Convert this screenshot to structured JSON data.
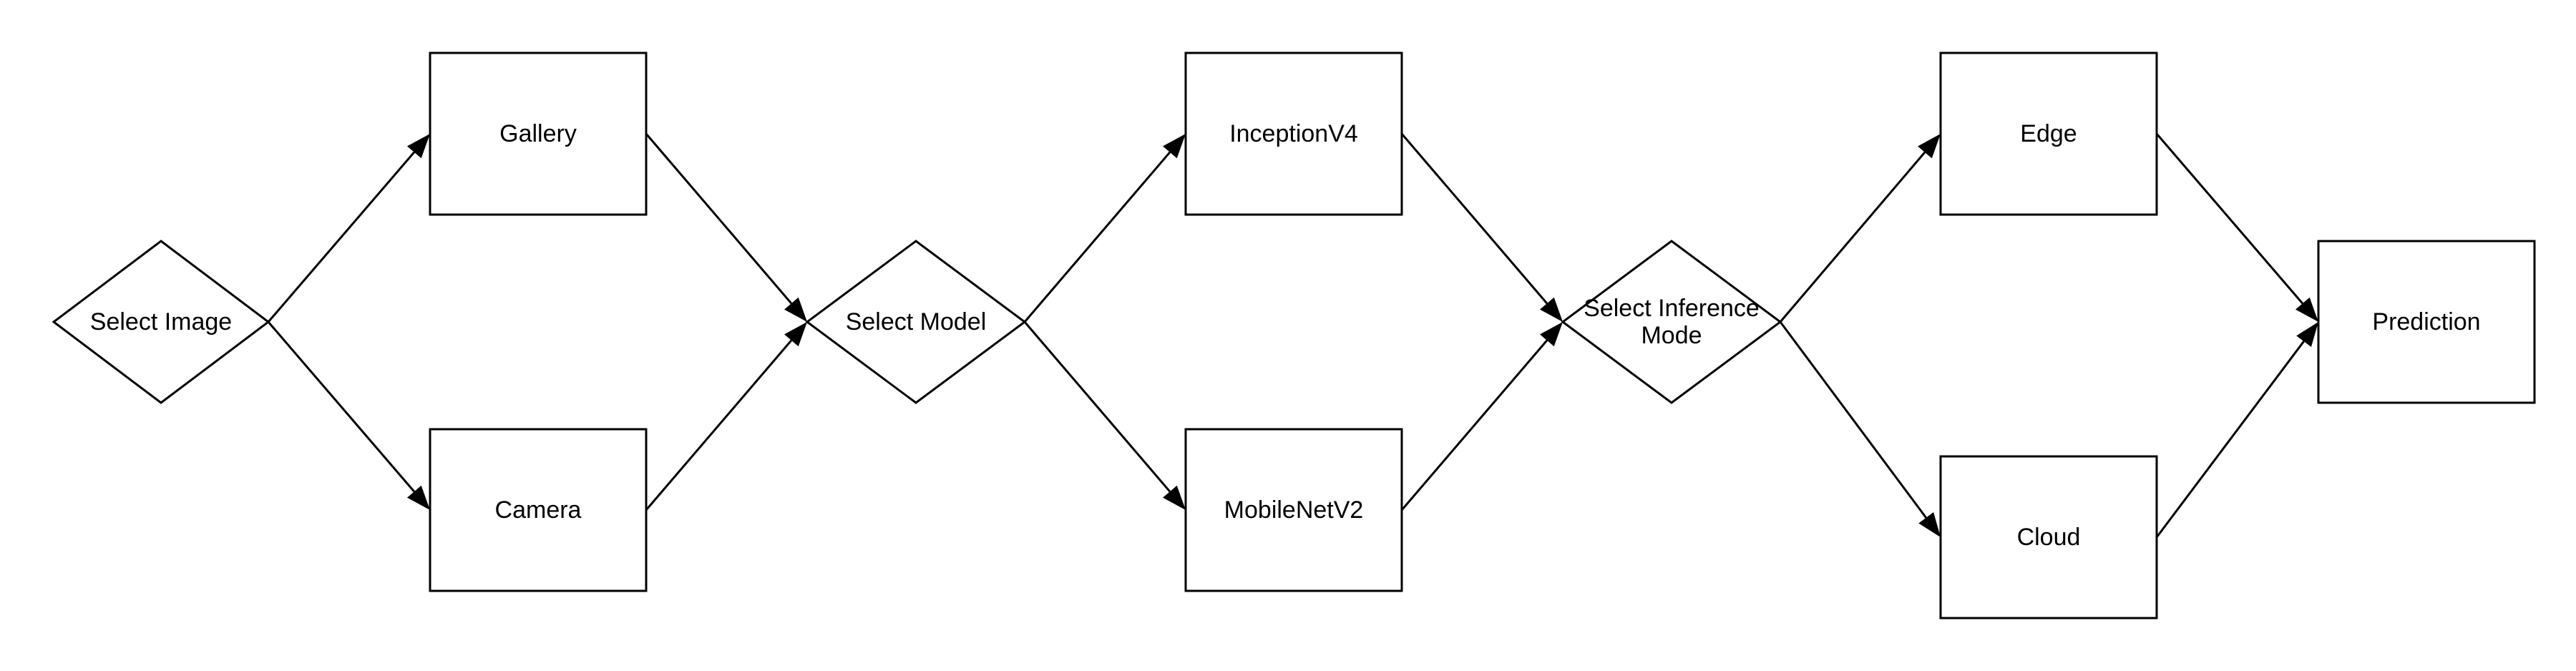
{
  "diagram": {
    "nodes": [
      {
        "id": "select-image",
        "shape": "diamond",
        "lines": [
          "Select Image"
        ]
      },
      {
        "id": "gallery",
        "shape": "rect",
        "lines": [
          "Gallery"
        ]
      },
      {
        "id": "camera",
        "shape": "rect",
        "lines": [
          "Camera"
        ]
      },
      {
        "id": "select-model",
        "shape": "diamond",
        "lines": [
          "Select Model"
        ]
      },
      {
        "id": "inceptionv4",
        "shape": "rect",
        "lines": [
          "InceptionV4"
        ]
      },
      {
        "id": "mobilenetv2",
        "shape": "rect",
        "lines": [
          "MobileNetV2"
        ]
      },
      {
        "id": "select-inference-mode",
        "shape": "diamond",
        "lines": [
          "Select Inference",
          "Mode"
        ]
      },
      {
        "id": "edge",
        "shape": "rect",
        "lines": [
          "Edge"
        ]
      },
      {
        "id": "cloud",
        "shape": "rect",
        "lines": [
          "Cloud"
        ]
      },
      {
        "id": "prediction",
        "shape": "rect",
        "lines": [
          "Prediction"
        ]
      }
    ],
    "edges": [
      {
        "from": "select-image",
        "to": "gallery"
      },
      {
        "from": "select-image",
        "to": "camera"
      },
      {
        "from": "gallery",
        "to": "select-model"
      },
      {
        "from": "camera",
        "to": "select-model"
      },
      {
        "from": "select-model",
        "to": "inceptionv4"
      },
      {
        "from": "select-model",
        "to": "mobilenetv2"
      },
      {
        "from": "inceptionv4",
        "to": "select-inference-mode"
      },
      {
        "from": "mobilenetv2",
        "to": "select-inference-mode"
      },
      {
        "from": "select-inference-mode",
        "to": "edge"
      },
      {
        "from": "select-inference-mode",
        "to": "cloud"
      },
      {
        "from": "edge",
        "to": "prediction"
      },
      {
        "from": "cloud",
        "to": "prediction"
      }
    ]
  }
}
